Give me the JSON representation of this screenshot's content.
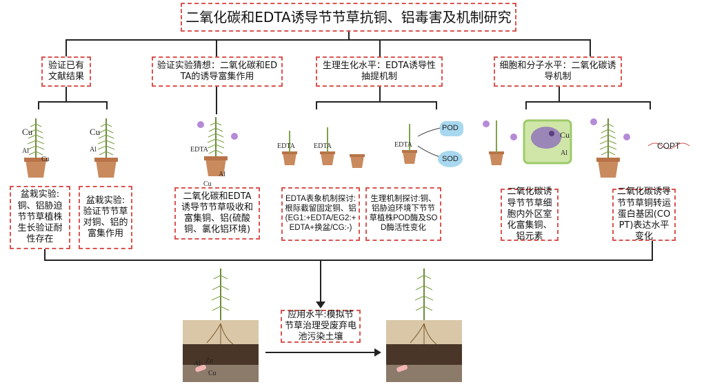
{
  "title": "二氧化碳和EDTA诱导节节草抗铜、铝毒害及机制研究",
  "level2": [
    "验证已有文献结果",
    "验证实验猜想：二氧化碳和EDTA的诱导富集作用",
    "生理生化水平：EDTA诱导性抽提机制",
    "细胞和分子水平：二氧化碳诱导机制"
  ],
  "level3": [
    "盆栽实验:铜、铝胁迫节节草植株生长验证耐性存在",
    "盆栽实验:验证节节草对铜、铝的富集作用",
    "二氧化碳和EDTA诱导节节草吸收和富集铜、铝(硫酸铜、氯化铝环境)",
    "EDTA表象机制探讨:根际截留固定铜、铝(EG1:+EDTA/EG2:+EDTA+换盆/CG:-)",
    "生理机制探讨:铜、铝胁迫环境下节节草植株POD酶及SOD酶活性变化",
    "二氧化碳诱导节节草细胞内外区室化富集铜、铝元素",
    "二氧化碳诱导节节草铜转运蛋白基因(COPT)表达水平变化"
  ],
  "application": "应用水平:模拟节节草治理受废弃电池污染土壤",
  "labels": {
    "cu": "Cu",
    "al": "Al",
    "zn": "Zn",
    "edta": "EDTA",
    "pod": "POD",
    "sod": "SOD",
    "copt": "COPT"
  }
}
